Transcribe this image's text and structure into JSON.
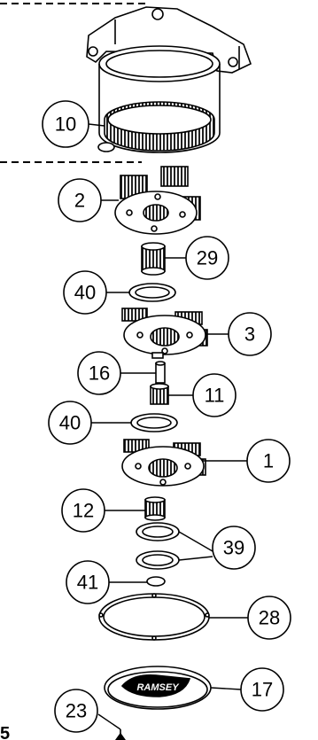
{
  "callouts": {
    "c10": "10",
    "c2": "2",
    "c29": "29",
    "c40a": "40",
    "c3": "3",
    "c16": "16",
    "c11": "11",
    "c40b": "40",
    "c1": "1",
    "c12": "12",
    "c39": "39",
    "c41": "41",
    "c28": "28",
    "c17": "17",
    "c23": "23"
  },
  "corner_mark": "5",
  "logo_text": "RAMSEY"
}
